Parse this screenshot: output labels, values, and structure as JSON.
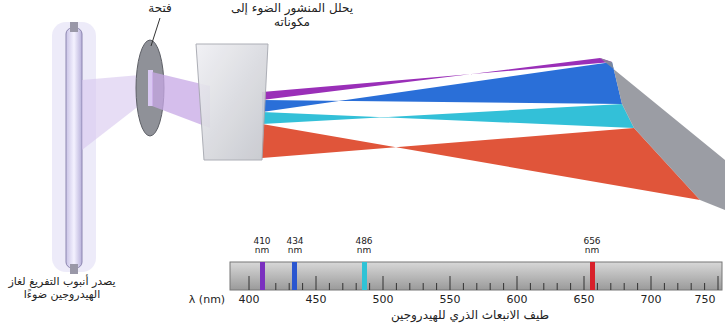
{
  "diagram": {
    "labels": [
      "فتحة",
      "يحلل المنشور الضوء إلى مكوناته",
      "يصدر أنبوب التفريغ لغاز الهيدروجين ضوءًا",
      "410 nm",
      "434 nm",
      "486 nm",
      "656 nm",
      "λ (nm)",
      "400",
      "450",
      "500",
      "550",
      "600",
      "650",
      "700",
      "750",
      "طيف الانبعاث الذري للهيدروجين"
    ]
  }
}
